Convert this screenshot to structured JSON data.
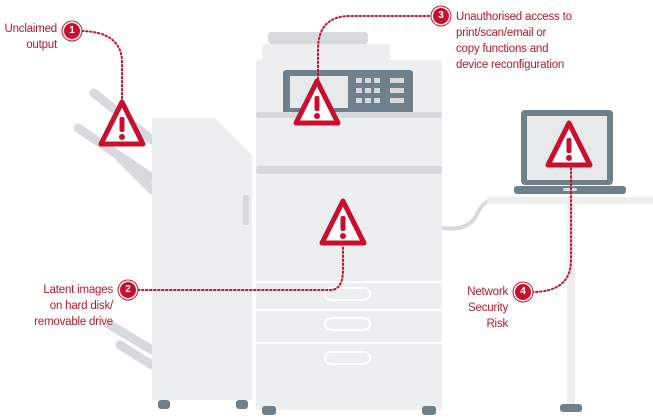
{
  "callouts": [
    {
      "number": "1",
      "text_lines": [
        "Unclaimed",
        "output"
      ]
    },
    {
      "number": "2",
      "text_lines": [
        "Latent images",
        "on hard disk/",
        "removable drive"
      ]
    },
    {
      "number": "3",
      "text_lines": [
        "Unauthorised access to",
        "print/scan/email or",
        "copy functions and",
        "device reconfiguration"
      ]
    },
    {
      "number": "4",
      "text_lines": [
        "Network",
        "Security",
        "Risk"
      ]
    }
  ],
  "colors": {
    "accent": "#c8102e",
    "device_light": "#eceeef",
    "device_mid": "#d6dadd",
    "device_dark": "#6e808c"
  }
}
